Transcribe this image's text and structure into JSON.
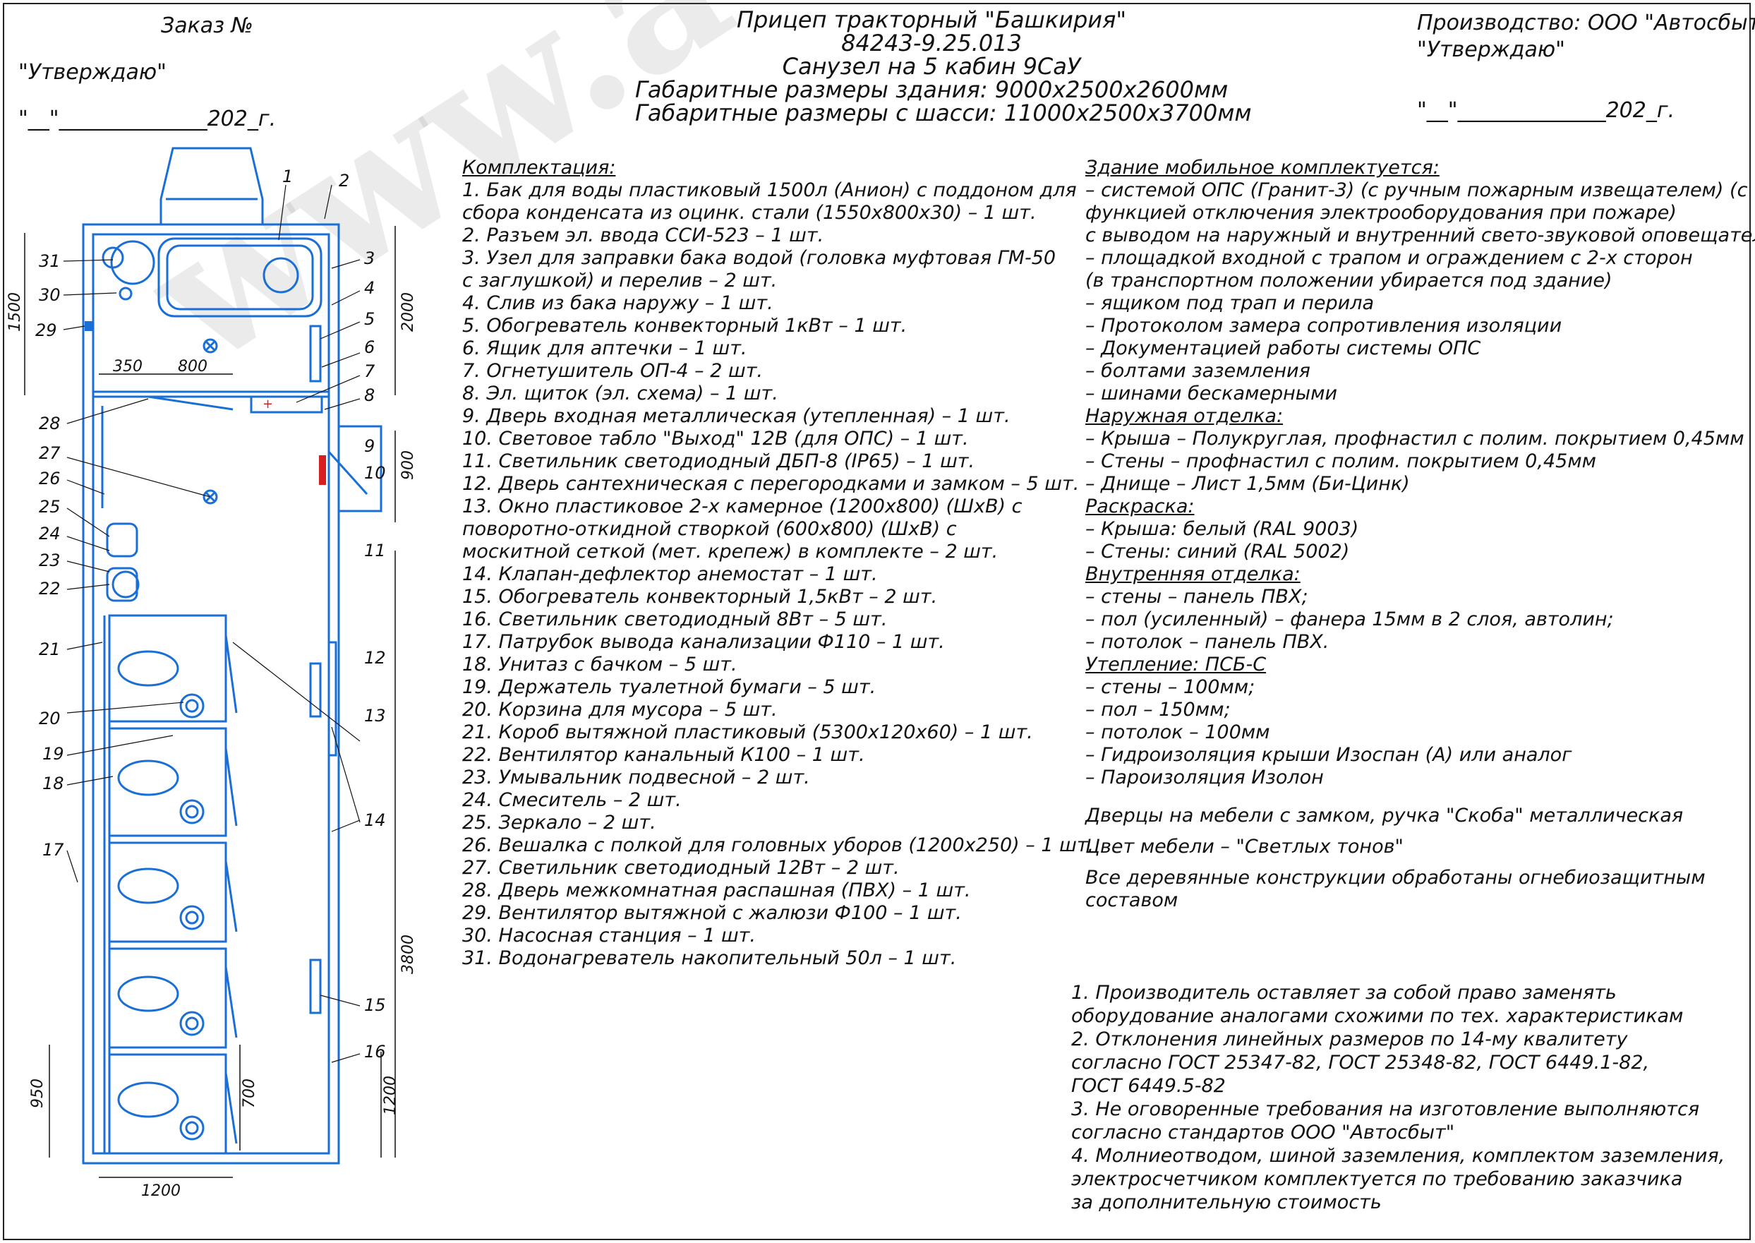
{
  "header": {
    "order_label": "Заказ №",
    "approve_left": "\"Утверждаю\"",
    "date_left": "\"__\"______________202_г.",
    "manufacturer": "Производство: ООО \"Автосбыт\"",
    "approve_right": "\"Утверждаю\"",
    "date_right": "\"__\"______________202_г.",
    "title_lines": [
      "Прицеп тракторный \"Башкирия\"",
      "84243-9.25.013",
      "Санузел на 5 кабин 9СаУ",
      "Габаритные размеры здания: 9000x2500x2600мм",
      "Габаритные размеры с шасси: 11000x2500x3700мм"
    ]
  },
  "equipment": {
    "heading": "Комплектация:",
    "lines": [
      "1.  Бак для воды пластиковый 1500л (Анион) с поддоном для",
      "     сбора конденсата из оцинк. стали (1550x800x30) – 1 шт.",
      "2.  Разъем эл. ввода ССИ-523 – 1 шт.",
      "3.  Узел для заправки бака водой (головка муфтовая ГМ-50",
      "     с заглушкой) и перелив – 2 шт.",
      "4.  Слив из бака наружу – 1 шт.",
      "5.  Обогреватель конвекторный 1кВт – 1 шт.",
      "6.  Ящик для аптечки – 1 шт.",
      "7.  Огнетушитель ОП-4 – 2 шт.",
      "8.  Эл. щиток (эл. схема) – 1 шт.",
      "9.  Дверь входная металлическая (утепленная) – 1 шт.",
      "10.  Световое табло \"Выход\" 12В (для ОПС) – 1 шт.",
      "11.  Светильник светодиодный ДБП-8 (IP65) – 1 шт.",
      "12.  Дверь сантехническая с перегородками и замком – 5 шт.",
      "13.  Окно пластиковое 2-х камерное (1200x800) (ШxВ) с",
      "     поворотно-откидной створкой (600x800) (ШxВ) с",
      "     москитной сеткой (мет. крепеж) в комплекте – 2 шт.",
      "14.  Клапан-дефлектор анемостат – 1 шт.",
      "15.  Обогреватель конвекторный 1,5кВт – 2 шт.",
      "16.  Светильник светодиодный 8Вт – 5 шт.",
      "17.  Патрубок вывода канализации Ф110 – 1 шт.",
      "18.  Унитаз с бачком – 5 шт.",
      "19.  Держатель туалетной бумаги – 5 шт.",
      "20.  Корзина для мусора – 5 шт.",
      "21.  Короб вытяжной пластиковый (5300x120x60) – 1 шт.",
      "22.  Вентилятор канальный К100 – 1 шт.",
      "23.  Умывальник подвесной – 2 шт.",
      "24.  Смеситель – 2 шт.",
      "25.  Зеркало – 2 шт.",
      "26.  Вешалка с полкой для головных уборов (1200x250) – 1 шт.",
      "27.  Светильник светодиодный 12Вт – 2 шт.",
      "28.  Дверь межкомнатная распашная (ПВХ) – 1 шт.",
      "29.  Вентилятор вытяжной с жалюзи Ф100 – 1 шт.",
      "30.  Насосная станция – 1 шт.",
      "31.  Водонагреватель накопительный 50л – 1 шт."
    ]
  },
  "building": {
    "lines": [
      {
        "text": "Здание мобильное комплектуется:",
        "hdr": true
      },
      {
        "text": "– системой ОПС (Гранит-3) (с ручным пожарным извещателем) (с"
      },
      {
        "text": "   функцией отключения электрооборудования при пожаре)"
      },
      {
        "text": "   с выводом на наружный и внутренний свето-звуковой оповещатель"
      },
      {
        "text": "– площадкой входной с трапом и ограждением с 2-х сторон"
      },
      {
        "text": "   (в транспортном положении убирается под здание)"
      },
      {
        "text": "– ящиком под трап и перила"
      },
      {
        "text": "– Протоколом замера сопротивления изоляции"
      },
      {
        "text": "– Документацией работы системы ОПС"
      },
      {
        "text": "– болтами заземления"
      },
      {
        "text": "– шинами бескамерными"
      },
      {
        "text": "Наружная отделка:",
        "hdr": true
      },
      {
        "text": "– Крыша – Полукруглая, профнастил с полим. покрытием 0,45мм"
      },
      {
        "text": "– Стены – профнастил с полим. покрытием 0,45мм"
      },
      {
        "text": "– Днище – Лист 1,5мм (Би-Цинк)"
      },
      {
        "text": "Раскраска:",
        "hdr": true
      },
      {
        "text": "– Крыша: белый (RAL 9003)"
      },
      {
        "text": "– Стены: синий (RAL 5002)"
      },
      {
        "text": "Внутренняя отделка:",
        "hdr": true
      },
      {
        "text": "– стены – панель ПВХ;"
      },
      {
        "text": "– пол (усиленный) – фанера 15мм в 2 слоя, автолин;"
      },
      {
        "text": "– потолок – панель ПВХ."
      },
      {
        "text": " Утепление: ПСБ-С",
        "hdr": true
      },
      {
        "text": " – стены – 100мм;"
      },
      {
        "text": " – пол – 150мм;"
      },
      {
        "text": " – потолок – 100мм"
      },
      {
        "text": " – Гидроизоляция крыши Изоспан (А) или аналог"
      },
      {
        "text": " – Пароизоляция Изолон"
      }
    ],
    "extra": [
      "Дверцы на мебели с замком, ручка \"Скоба\" металлическая",
      "Цвет мебели – \"Светлых тонов\"",
      "Все деревянные конструкции обработаны огнебиозащитным",
      "составом"
    ]
  },
  "notes": [
    "1.  Производитель оставляет за собой право заменять",
    "оборудование аналогами схожими по тех. характеристикам",
    "2.  Отклонения линейных размеров по 14-му квалитету",
    "согласно ГОСТ 25347-82, ГОСТ 25348-82, ГОСТ 6449.1-82,",
    "ГОСТ 6449.5-82",
    "3.  Не оговоренные требования на изготовление выполняются",
    "согласно стандартов ООО \"Автосбыт\"",
    "4.  Молниеотводом, шиной заземления, комплектом заземления,",
    "электросчетчиком комплектуется по требованию заказчика",
    "за дополнительную стоимость"
  ],
  "drawing": {
    "dims": {
      "d1500": "1500",
      "d2000": "2000",
      "d350": "350",
      "d800": "800",
      "d900": "900",
      "d3800": "3800",
      "d950": "950",
      "d700": "700",
      "d1200v": "1200",
      "d1200h": "1200"
    },
    "callouts": [
      "1",
      "2",
      "3",
      "4",
      "5",
      "6",
      "7",
      "8",
      "9",
      "10",
      "11",
      "12",
      "13",
      "14",
      "15",
      "16",
      "17",
      "18",
      "19",
      "20",
      "21",
      "22",
      "23",
      "24",
      "25",
      "26",
      "27",
      "28",
      "29",
      "30",
      "31"
    ],
    "colors": {
      "plan": "#1a6fd6",
      "dark": "#0a3f8f",
      "red": "#d62020"
    }
  },
  "watermark": "www.avtosbyt.ru"
}
